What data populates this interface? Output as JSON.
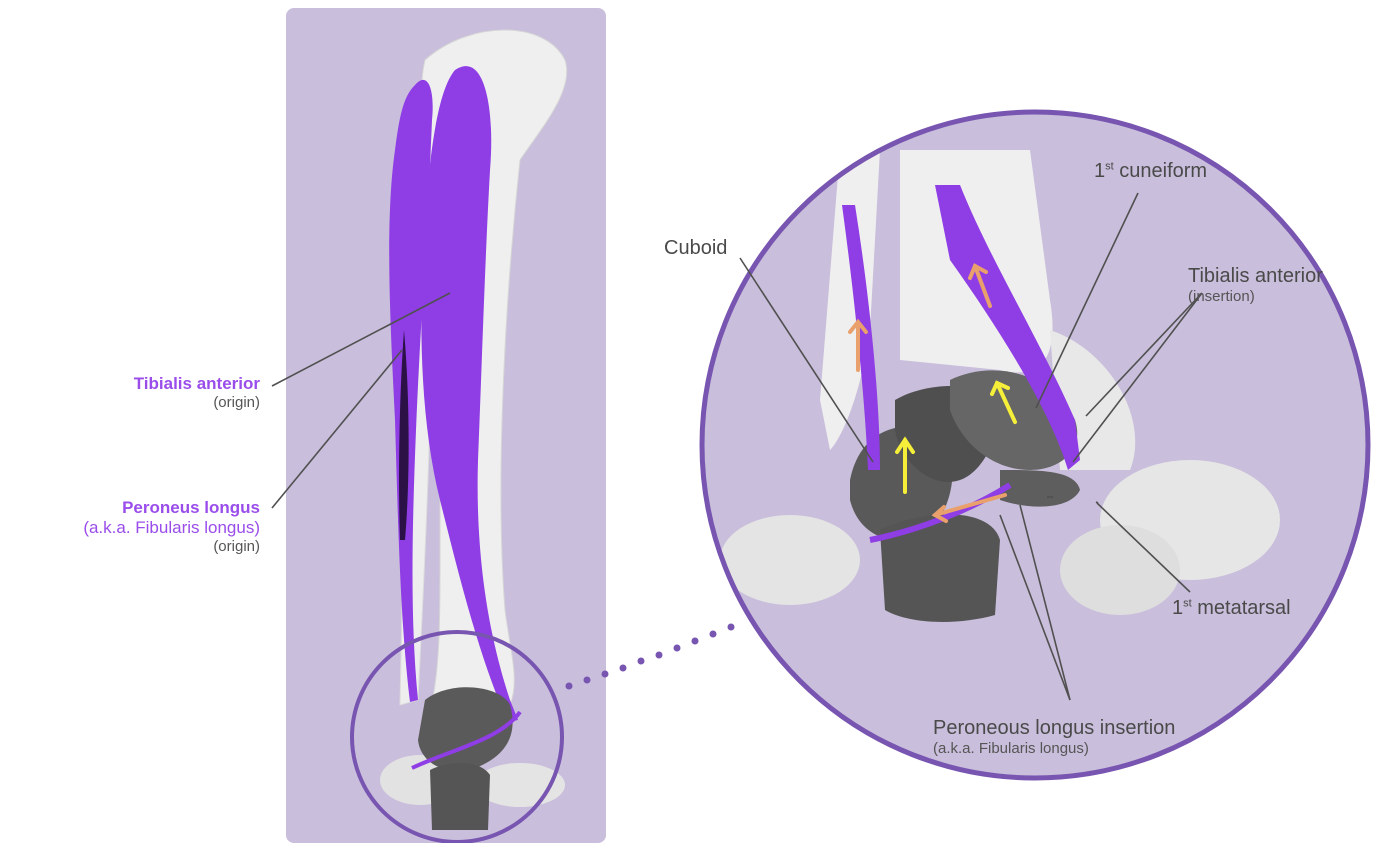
{
  "labels": {
    "tibialis_origin": {
      "name": "Tibialis anterior",
      "note": "(origin)"
    },
    "peroneus_origin": {
      "name": "Peroneus longus",
      "aka": "(a.k.a. Fibularis longus)",
      "note": "(origin)"
    },
    "cuboid": "Cuboid",
    "cuneiform": {
      "sup": "st",
      "pre": "1",
      "text": "cuneiform"
    },
    "tibialis_insertion": {
      "name": "Tibialis anterior",
      "note": "(insertion)"
    },
    "metatarsal": {
      "sup": "st",
      "pre": "1",
      "text": "metatarsal"
    },
    "peroneus_insertion": {
      "name": "Peroneous longus insertion",
      "note": "(a.k.a. Fibularis longus)"
    }
  },
  "colors": {
    "panel_bg": "#c9bedb",
    "muscle": "#8f3de4",
    "muscle_dark": "#6b2cc0",
    "bone": "#ececec",
    "dark_bone": "#5b5b5b",
    "circle_stroke": "#7755b0",
    "leader": "#505050",
    "arrow_orange": "#e9a06c",
    "arrow_yellow": "#f6ef3a"
  }
}
